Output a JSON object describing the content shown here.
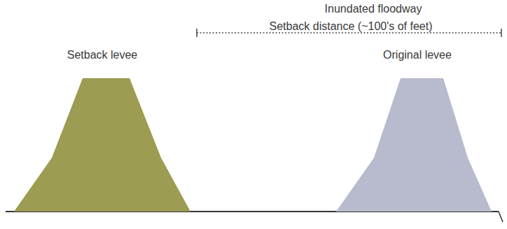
{
  "diagram": {
    "nodes": [
      {
        "text": [
          "Setback levee"
        ]
      },
      {
        "text": [
          "Original levee"
        ]
      }
    ],
    "labels": [
      "Inundated floodway",
      "Setback distance (~100's of feet)"
    ]
  }
}
